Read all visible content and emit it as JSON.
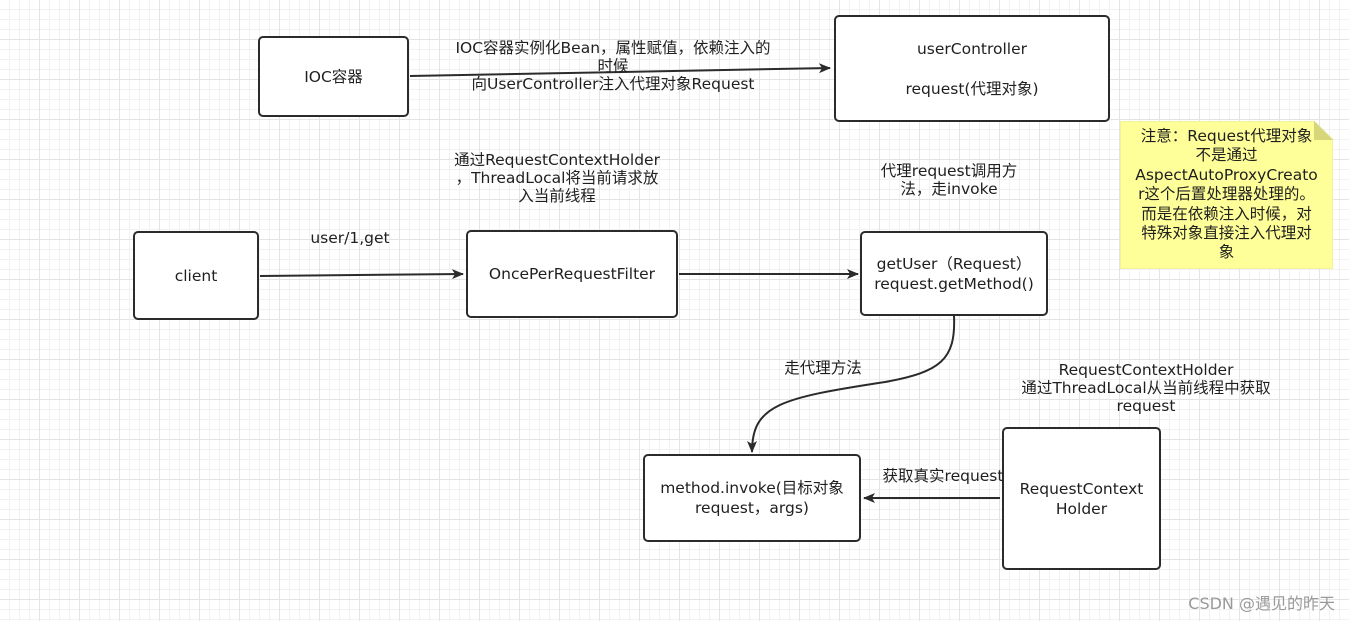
{
  "nodes": {
    "ioc": "IOC容器",
    "user_controller": {
      "title": "userController",
      "field": "request(代理对象)"
    },
    "client": "client",
    "filter": "OncePerRequestFilter",
    "get_user": {
      "line1": "getUser（Request）",
      "line2": "request.getMethod()"
    },
    "invoke": {
      "line1": "method.invoke(目标对象",
      "line2": "request，args)"
    },
    "holder": {
      "line1": "RequestContext",
      "line2": "Holder"
    }
  },
  "edge_labels": {
    "inject": {
      "line1": "IOC容器实例化Bean，属性赋值，依赖注入的",
      "line2": "时候",
      "line3": "向UserController注入代理对象Request"
    },
    "request_path": "user/1,get",
    "threadlocal": {
      "line1": "通过RequestContextHolder",
      "line2": "，ThreadLocal将当前请求放",
      "line3": "入当前线程"
    },
    "proxy_invoke": {
      "line1": "代理request调用方",
      "line2": "法，走invoke"
    },
    "proxy_method": "走代理方法",
    "holder_desc": {
      "line1": "RequestContextHolder",
      "line2": "通过ThreadLocal从当前线程中获取",
      "line3": "request"
    },
    "real_request": "获取真实request"
  },
  "note": {
    "line1": "注意：Request代理对象",
    "line2": "不是通过",
    "line3": "AspectAutoProxyCreato",
    "line4": "r这个后置处理器处理的。",
    "line5": "而是在依赖注入时候，对",
    "line6": "特殊对象直接注入代理对",
    "line7": "象",
    "fill_color": "#ffff99",
    "fold_color": "#d6d67a"
  },
  "watermark": "CSDN @遇见的昨天",
  "colors": {
    "stroke": "#2b2b2b",
    "grid": "#e4e4e4"
  }
}
